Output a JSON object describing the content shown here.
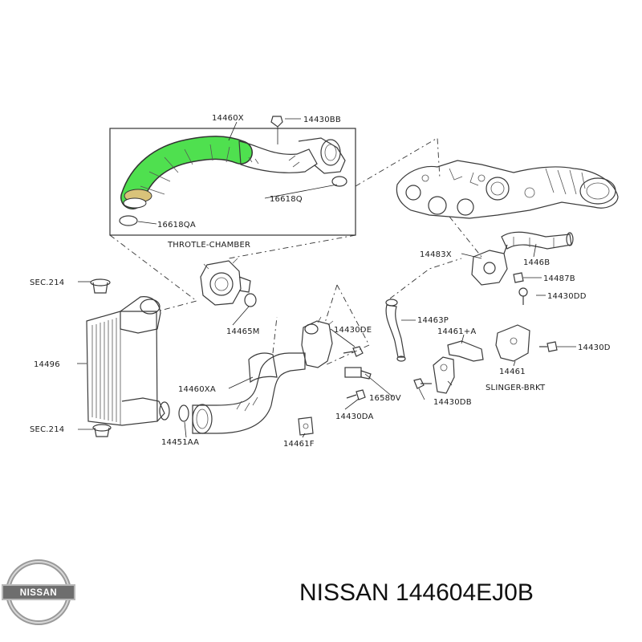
{
  "labels": {
    "hose_part": "14460X",
    "bolt_top": "14430BB",
    "oring_top_right": "16618Q",
    "oring_top_left": "16618QA",
    "throttle": "THROTLE-CHAMBER",
    "sec_top": "SEC.214",
    "sec_bottom": "SEC.214",
    "intercooler": "14496",
    "oring_throttle": "14465M",
    "pipe_lower": "14460XA",
    "oring_lower": "14451AA",
    "bolt_de": "14430DE",
    "sensor": "16580V",
    "bolt_da": "14430DA",
    "bracket_f": "14461F",
    "connector_x": "14483X",
    "tube_468": "1446B",
    "bolt_487": "14487B",
    "bolt_dd": "14430DD",
    "hose_p": "14463P",
    "bracket_a": "14461+A",
    "bolt_d": "14430D",
    "bracket_461": "14461",
    "slinger": "SLINGER-BRKT",
    "bolt_db": "14430DB"
  },
  "footer": {
    "brand_logo": "NISSAN",
    "part_title": "NISSAN 144604EJ0B"
  },
  "colors": {
    "highlight": "#4fe04f",
    "line": "#333333"
  }
}
